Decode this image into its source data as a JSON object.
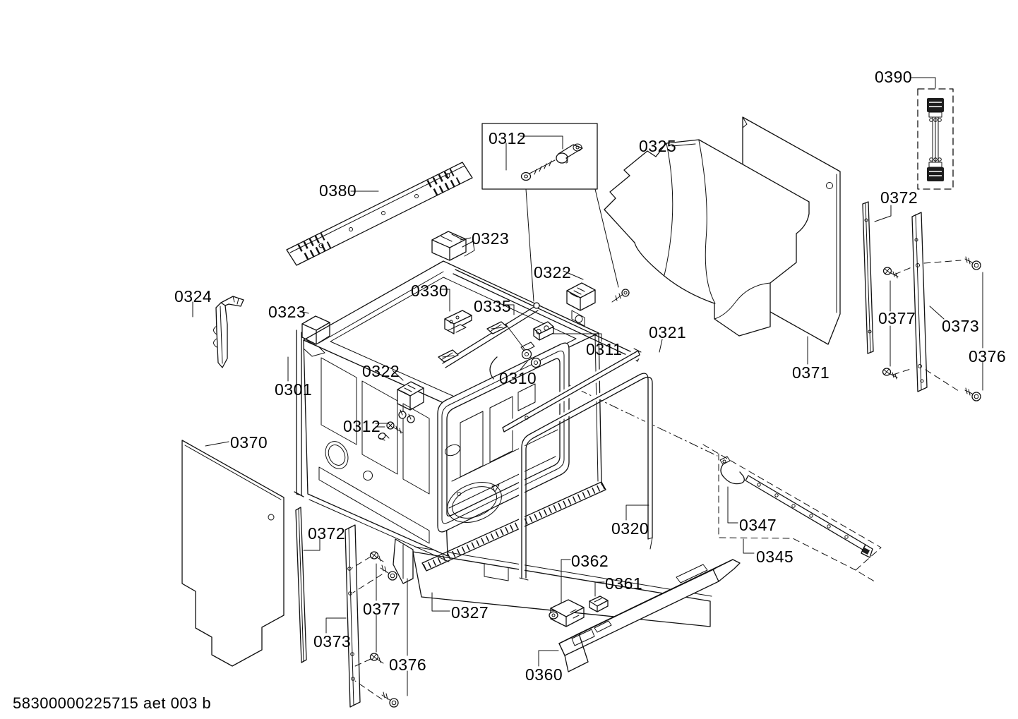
{
  "page": {
    "background": "#ffffff",
    "line_color": "#111111"
  },
  "footer": {
    "doc_code": "58300000225715 aet 003 b"
  },
  "callouts": [
    {
      "ref": "0390"
    },
    {
      "ref": "0380"
    },
    {
      "ref": "0312"
    },
    {
      "ref": "0325"
    },
    {
      "ref": "0372"
    },
    {
      "ref": "0323"
    },
    {
      "ref": "0322"
    },
    {
      "ref": "0330"
    },
    {
      "ref": "0324"
    },
    {
      "ref": "0335"
    },
    {
      "ref": "0323"
    },
    {
      "ref": "0321"
    },
    {
      "ref": "0311"
    },
    {
      "ref": "0377"
    },
    {
      "ref": "0373"
    },
    {
      "ref": "0310"
    },
    {
      "ref": "0322"
    },
    {
      "ref": "0376"
    },
    {
      "ref": "0301"
    },
    {
      "ref": "0371"
    },
    {
      "ref": "0312"
    },
    {
      "ref": "0370"
    },
    {
      "ref": "0320"
    },
    {
      "ref": "0372"
    },
    {
      "ref": "0347"
    },
    {
      "ref": "0345"
    },
    {
      "ref": "0362"
    },
    {
      "ref": "0361"
    },
    {
      "ref": "0377"
    },
    {
      "ref": "0327"
    },
    {
      "ref": "0373"
    },
    {
      "ref": "0376"
    },
    {
      "ref": "0360"
    }
  ]
}
